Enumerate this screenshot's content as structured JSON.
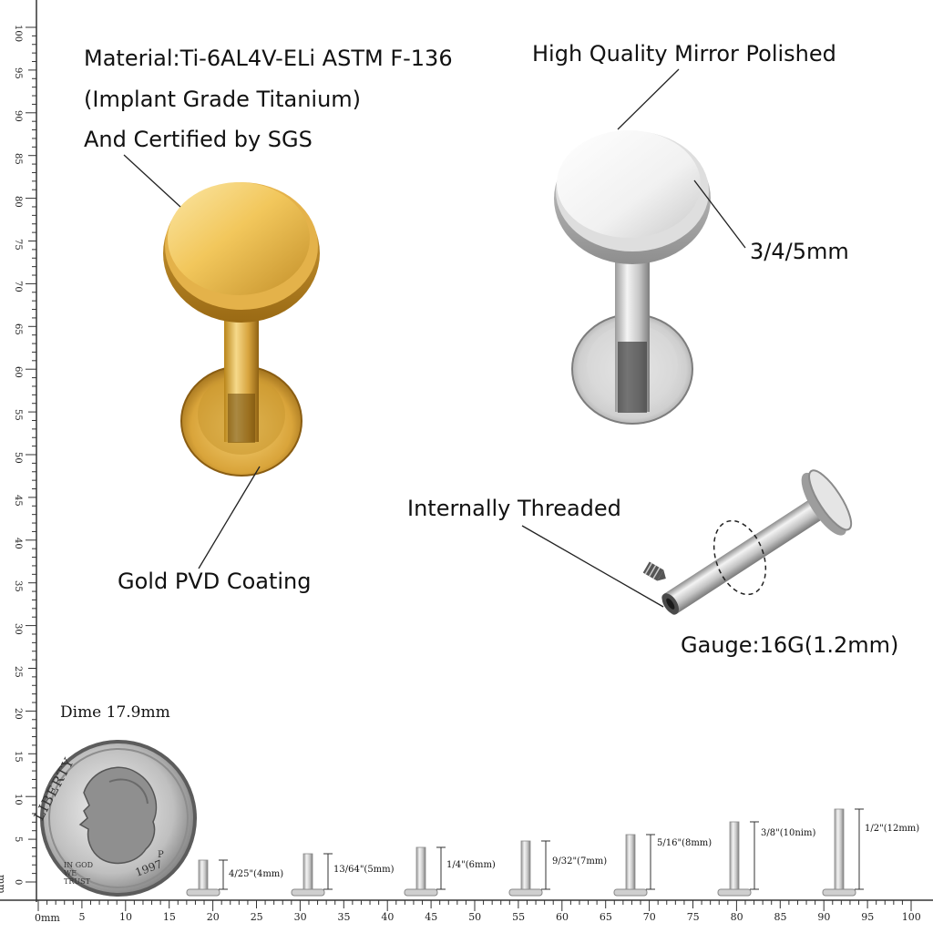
{
  "callouts": {
    "material_line1": "Material:Ti-6AL4V-ELi ASTM F-136",
    "material_line2": "(Implant Grade Titanium)",
    "material_line3": "And Certified by SGS",
    "mirror_polished": "High Quality Mirror Polished",
    "disc_sizes": "3/4/5mm",
    "gold_coating": "Gold PVD Coating",
    "internally_threaded": "Internally Threaded",
    "gauge": "Gauge:16G(1.2mm)"
  },
  "dime": {
    "label": "Dime 17.9mm",
    "inscription_top": "LIBERTY",
    "inscription_bottom": "IN GOD WE TRUST",
    "year": "1997",
    "mint_mark": "P"
  },
  "lengths": [
    {
      "label": "4/25\"(4mm)",
      "mm": 4
    },
    {
      "label": "13/64\"(5mm)",
      "mm": 5
    },
    {
      "label": "1/4\"(6mm)",
      "mm": 6
    },
    {
      "label": "9/32\"(7mm)",
      "mm": 7
    },
    {
      "label": "5/16\"(8mm)",
      "mm": 8
    },
    {
      "label": "3/8\"(10nim)",
      "mm": 10
    },
    {
      "label": "1/2\"(12mm)",
      "mm": 12
    }
  ],
  "ruler": {
    "bottom_unit": "0mm",
    "left_unit": "mm",
    "bottom_labels": [
      "5",
      "10",
      "15",
      "20",
      "25",
      "30",
      "35",
      "40",
      "45",
      "50",
      "55",
      "60",
      "65",
      "70",
      "75",
      "80",
      "85",
      "90",
      "95",
      "100"
    ],
    "left_labels": [
      "0",
      "5",
      "10",
      "15",
      "20",
      "25",
      "30",
      "35",
      "40",
      "45",
      "50",
      "55",
      "60",
      "65",
      "70",
      "75",
      "80",
      "85",
      "90",
      "95",
      "100"
    ]
  },
  "colors": {
    "gold": "#e0b44a",
    "silver": "#d8d8d8",
    "text": "#111111"
  }
}
